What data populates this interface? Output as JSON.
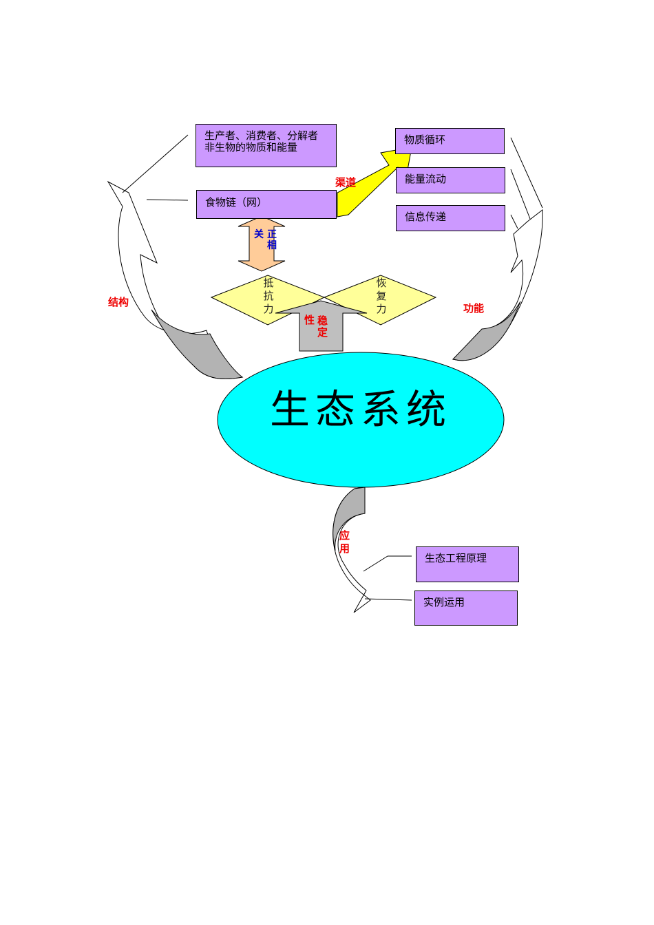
{
  "center": {
    "title": "生态系统"
  },
  "structure": {
    "label": "结构",
    "components_box": {
      "line1": "生产者、消费者、分解者",
      "line2": "非生物的物质和能量"
    },
    "food_chain_box": "食物链（网）"
  },
  "function": {
    "label": "功能",
    "items": [
      "物质循环",
      "能量流动",
      "信息传递"
    ]
  },
  "channel_label": "渠道",
  "mutual": {
    "char1": "关",
    "char2": "正",
    "char3": "相"
  },
  "stability": {
    "label_chars": [
      "性",
      "稳",
      "定"
    ],
    "resistance": [
      "抵",
      "抗",
      "力"
    ],
    "recovery": [
      "恢",
      "复",
      "力"
    ]
  },
  "application": {
    "label_chars": [
      "应",
      "用"
    ],
    "items": [
      "生态工程原理",
      "实例运用"
    ]
  },
  "colors": {
    "box_fill": "#cc99ff",
    "ellipse_fill": "#00ffff",
    "diamond_fill": "#ffff99",
    "yellow_arrow": "#ffff00",
    "peach_arrow": "#ffcc99",
    "gray_arrow": "#bfbfbf",
    "red_text": "#ee0000",
    "blue_text": "#0000cc"
  }
}
